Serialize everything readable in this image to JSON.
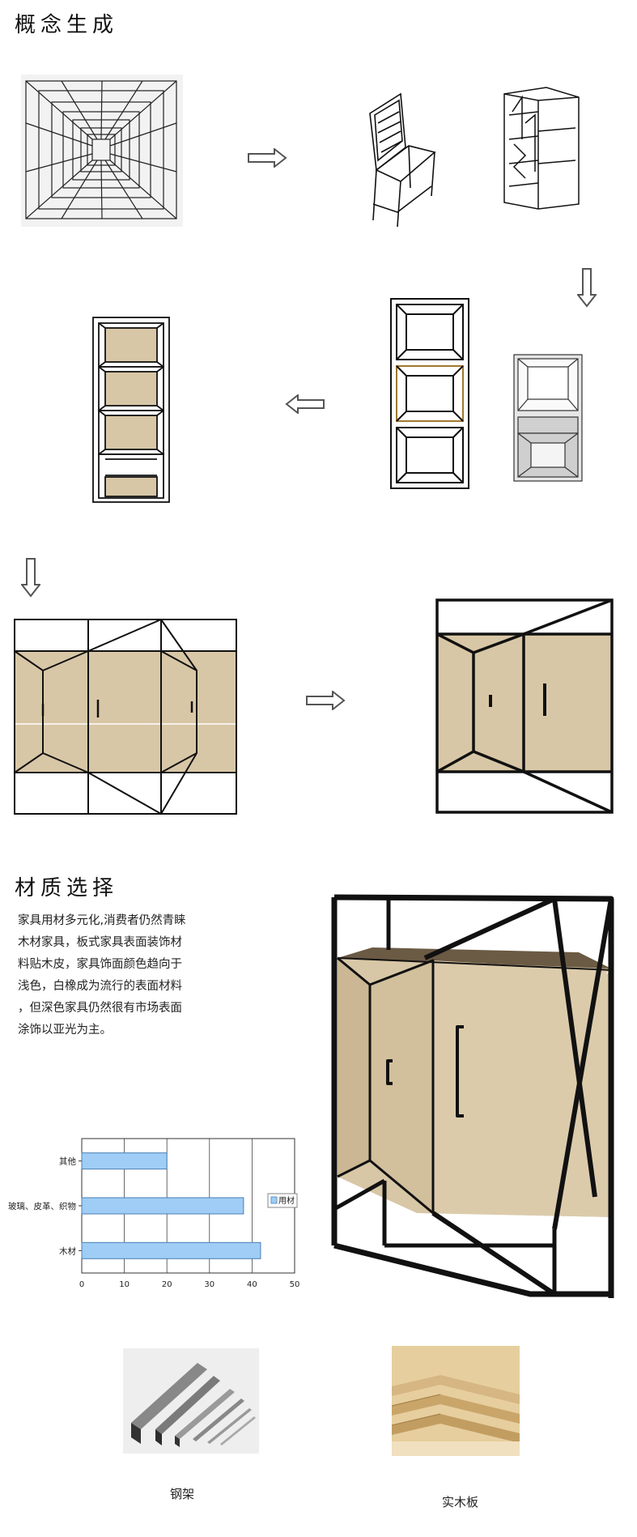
{
  "sections": {
    "concept_title": "概念生成",
    "material_title": "材质选择"
  },
  "material_text": {
    "lines": [
      "家具用材多元化,消费者仍然青睐",
      "木材家具，板式家具表面装饰材",
      "料贴木皮，家具饰面颜色趋向于",
      "浅色，白橡成为流行的表面材料",
      "，但深色家具仍然很有市场表面",
      "涂饰以亚光为主。"
    ]
  },
  "chart_data": {
    "type": "bar",
    "orientation": "horizontal",
    "categories": [
      "其他",
      "玻璃、皮革、织物",
      "木材"
    ],
    "series": [
      {
        "name": "用材",
        "values": [
          20,
          38,
          42
        ]
      }
    ],
    "xticks": [
      "0",
      "10",
      "20",
      "30",
      "40",
      "50"
    ],
    "xlim": [
      0,
      50
    ],
    "grid": true,
    "legend": "right",
    "colors": {
      "bar": "#9fcdf5",
      "bar_stroke": "#4a7fb5"
    }
  },
  "materials": [
    {
      "caption": "钢架",
      "icon": "steel-tube-icon"
    },
    {
      "caption": "实木板",
      "icon": "plywood-board-icon"
    }
  ],
  "colors": {
    "wood": "#d8c7a6",
    "line": "#111111"
  },
  "icons": [
    "arrow-right-icon",
    "arrow-down-icon",
    "arrow-left-icon"
  ]
}
